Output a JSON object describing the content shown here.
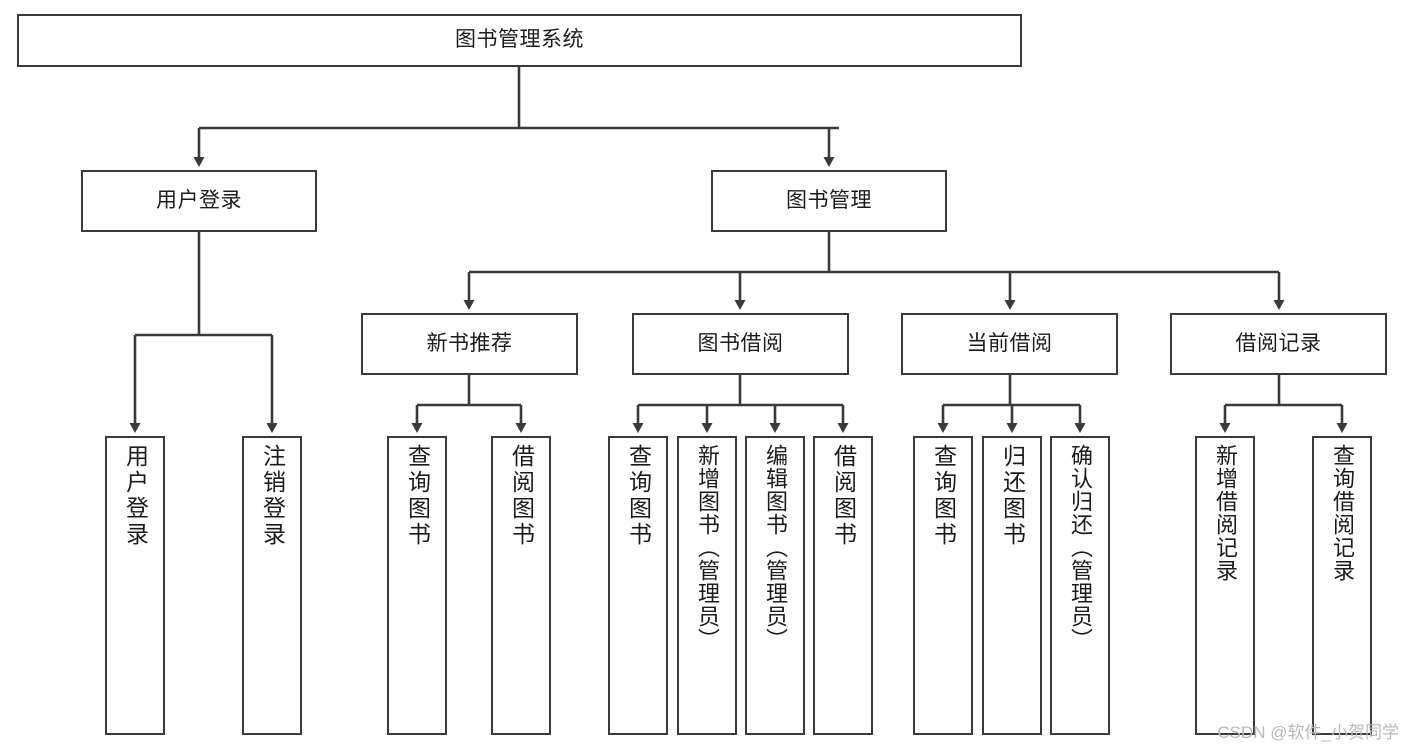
{
  "diagram": {
    "title": "图书管理系统",
    "type": "hierarchy-tree",
    "watermark": "CSDN @软件_小贺同学",
    "colors": {
      "background": "#ffffff",
      "box_border": "#3a3a3a",
      "box_fill": "#ffffff",
      "text": "#1c1c1c",
      "connector": "#3a3a3a",
      "watermark": "#b9b9b9"
    },
    "nodes": {
      "root": {
        "label": "图书管理系统",
        "orientation": "horizontal"
      },
      "level2": [
        {
          "id": "user-login",
          "label": "用户登录",
          "orientation": "horizontal"
        },
        {
          "id": "book-manage",
          "label": "图书管理",
          "orientation": "horizontal"
        }
      ],
      "level3": [
        {
          "id": "new-book-rec",
          "label": "新书推荐",
          "orientation": "horizontal"
        },
        {
          "id": "book-borrow",
          "label": "图书借阅",
          "orientation": "horizontal"
        },
        {
          "id": "current-borrow",
          "label": "当前借阅",
          "orientation": "horizontal"
        },
        {
          "id": "borrow-record",
          "label": "借阅记录",
          "orientation": "horizontal"
        }
      ],
      "leaves": {
        "user_login": [
          {
            "id": "leaf-user-login",
            "label": "用户登录",
            "orientation": "vertical"
          },
          {
            "id": "leaf-logout",
            "label": "注销登录",
            "orientation": "vertical"
          }
        ],
        "new_book_rec": [
          {
            "id": "leaf-query-book-1",
            "label": "查询图书",
            "orientation": "vertical"
          },
          {
            "id": "leaf-borrow-book-1",
            "label": "借阅图书",
            "orientation": "vertical"
          }
        ],
        "book_borrow": [
          {
            "id": "leaf-query-book-2",
            "label": "查询图书",
            "orientation": "vertical"
          },
          {
            "id": "leaf-add-book",
            "label": "新增图书（管理员）",
            "orientation": "vertical"
          },
          {
            "id": "leaf-edit-book",
            "label": "编辑图书（管理员）",
            "orientation": "vertical"
          },
          {
            "id": "leaf-borrow-book-2",
            "label": "借阅图书",
            "orientation": "vertical"
          }
        ],
        "current_borrow": [
          {
            "id": "leaf-query-book-3",
            "label": "查询图书",
            "orientation": "vertical"
          },
          {
            "id": "leaf-return-book",
            "label": "归还图书",
            "orientation": "vertical"
          },
          {
            "id": "leaf-confirm-return",
            "label": "确认归还（管理员）",
            "orientation": "vertical"
          }
        ],
        "borrow_record": [
          {
            "id": "leaf-add-record",
            "label": "新增借阅记录",
            "orientation": "vertical"
          },
          {
            "id": "leaf-query-record",
            "label": "查询借阅记录",
            "orientation": "vertical"
          }
        ]
      }
    }
  }
}
